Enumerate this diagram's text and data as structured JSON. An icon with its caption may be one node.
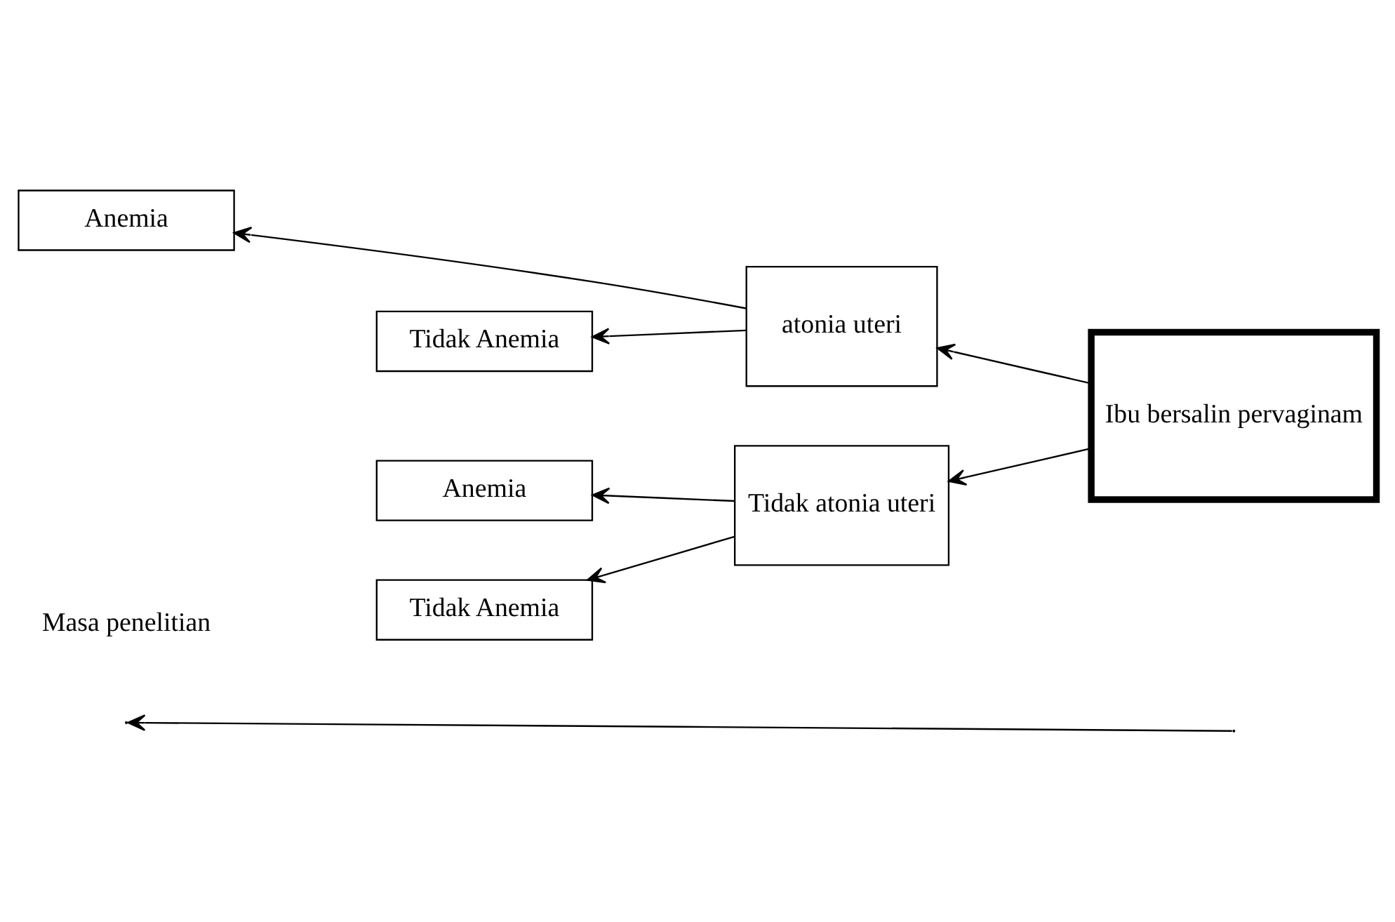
{
  "diagram": {
    "nodes": [
      {
        "text": [
          "Ibu bersalin pervaginam"
        ]
      },
      {
        "text": [
          "atonia uteri"
        ]
      },
      {
        "text": [
          "Tidak atonia uteri"
        ]
      },
      {
        "text": [
          "Anemia"
        ]
      },
      {
        "text": [
          "Tidak Anemia"
        ]
      },
      {
        "text": [
          "Anemia"
        ]
      },
      {
        "text": [
          "Tidak Anemia"
        ]
      }
    ],
    "edges": [
      {
        "from": 0,
        "to": 1,
        "arrow": "to"
      },
      {
        "from": 0,
        "to": 2,
        "arrow": "to"
      },
      {
        "from": 1,
        "to": 3,
        "arrow": "to"
      },
      {
        "from": 1,
        "to": 4,
        "arrow": "to"
      },
      {
        "from": 2,
        "to": 5,
        "arrow": "to"
      },
      {
        "from": 2,
        "to": 6,
        "arrow": "to"
      }
    ],
    "labels": [
      "Masa penelitian"
    ]
  }
}
